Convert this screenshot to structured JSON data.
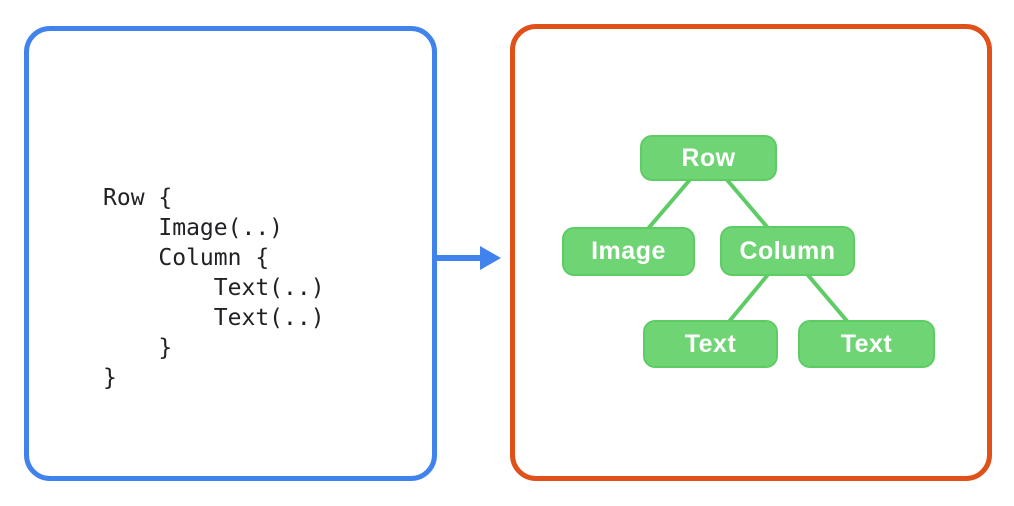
{
  "left_panel": {
    "border_color": "#4183ec",
    "code": "Row {\n    Image(..)\n    Column {\n        Text(..)\n        Text(..)\n    }\n}"
  },
  "arrow": {
    "color": "#4183ec",
    "direction": "right"
  },
  "right_panel": {
    "border_color": "#e0511a",
    "tree": {
      "node_fill": "#6fd574",
      "node_border": "#5ecc64",
      "edge_color": "#5ecc64",
      "label_color": "#ffffff",
      "nodes": [
        {
          "id": "row",
          "label": "Row"
        },
        {
          "id": "image",
          "label": "Image"
        },
        {
          "id": "column",
          "label": "Column"
        },
        {
          "id": "text1",
          "label": "Text"
        },
        {
          "id": "text2",
          "label": "Text"
        }
      ],
      "edges": [
        [
          "row",
          "image"
        ],
        [
          "row",
          "column"
        ],
        [
          "column",
          "text1"
        ],
        [
          "column",
          "text2"
        ]
      ]
    }
  }
}
